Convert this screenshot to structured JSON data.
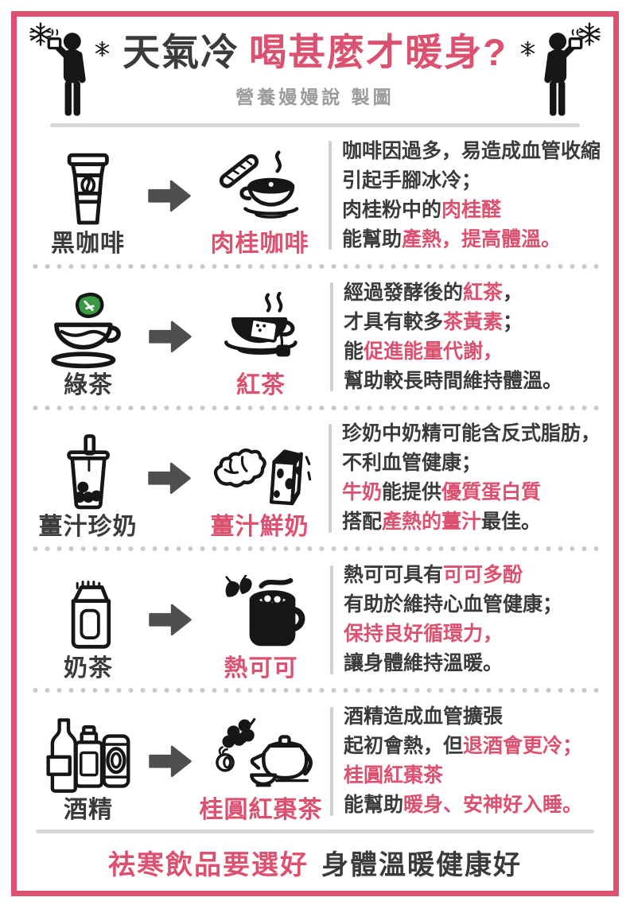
{
  "colors": {
    "accent_pink": "#dc5170",
    "dark_text": "#3b3b3b",
    "subtitle_gray": "#9b9b9b",
    "divider_gray": "#d6d6d6",
    "leaf_green": "#3a9a44",
    "arrow_gray": "#4f4f4f"
  },
  "header": {
    "title_prefix": "天氣冷",
    "title_highlight": "喝甚麼才暖身?",
    "credit": "營養嫚嫚說 製圖",
    "left_figure_icon": "freezing-person-drinking",
    "right_figure_icon": "freezing-person-drinking",
    "snowflake_icon": "snowflake"
  },
  "rows": [
    {
      "bad": {
        "label": "黑咖啡",
        "icon": "takeaway-coffee-cup"
      },
      "good": {
        "label": "肉桂咖啡",
        "icon": "cinnamon-coffee"
      },
      "description": [
        [
          {
            "text": "咖啡因過多，易造成血管收縮",
            "color": "dark"
          }
        ],
        [
          {
            "text": "引起手腳冰冷；",
            "color": "dark"
          }
        ],
        [
          {
            "text": "肉桂粉中的",
            "color": "dark"
          },
          {
            "text": "肉桂醛",
            "color": "pink"
          }
        ],
        [
          {
            "text": "能幫助",
            "color": "dark"
          },
          {
            "text": "產熱，提高體溫。",
            "color": "pink"
          }
        ]
      ]
    },
    {
      "bad": {
        "label": "綠茶",
        "icon": "green-tea-cup"
      },
      "good": {
        "label": "紅茶",
        "icon": "black-tea-cup"
      },
      "description": [
        [
          {
            "text": "經過發酵後的",
            "color": "dark"
          },
          {
            "text": "紅茶",
            "color": "pink"
          },
          {
            "text": "，",
            "color": "dark"
          }
        ],
        [
          {
            "text": "才具有較多",
            "color": "dark"
          },
          {
            "text": "茶黃素",
            "color": "pink"
          },
          {
            "text": "；",
            "color": "dark"
          }
        ],
        [
          {
            "text": "能",
            "color": "dark"
          },
          {
            "text": "促進能量代謝，",
            "color": "pink"
          }
        ],
        [
          {
            "text": "幫助較長時間維持體溫。",
            "color": "dark"
          }
        ]
      ]
    },
    {
      "bad": {
        "label": "薑汁珍奶",
        "icon": "bubble-tea-cup"
      },
      "good": {
        "label": "薑汁鮮奶",
        "icon": "ginger-and-milk-carton"
      },
      "description": [
        [
          {
            "text": "珍奶中奶精可能含反式脂肪，",
            "color": "dark"
          }
        ],
        [
          {
            "text": "不利血管健康；",
            "color": "dark"
          }
        ],
        [
          {
            "text": "牛奶",
            "color": "pink"
          },
          {
            "text": "能提供",
            "color": "dark"
          },
          {
            "text": "優質蛋白質",
            "color": "pink"
          }
        ],
        [
          {
            "text": "搭配",
            "color": "dark"
          },
          {
            "text": "產熱的薑汁",
            "color": "pink"
          },
          {
            "text": "最佳。",
            "color": "dark"
          }
        ]
      ]
    },
    {
      "bad": {
        "label": "奶茶",
        "icon": "milk-carton"
      },
      "good": {
        "label": "熱可可",
        "icon": "hot-cocoa-mug"
      },
      "description": [
        [
          {
            "text": "熱可可具有",
            "color": "dark"
          },
          {
            "text": "可可多酚",
            "color": "pink"
          }
        ],
        [
          {
            "text": "有助於維持心血管健康；",
            "color": "dark"
          }
        ],
        [
          {
            "text": "保持良好循環力，",
            "color": "pink"
          }
        ],
        [
          {
            "text": "讓身體維持溫暖。",
            "color": "dark"
          }
        ]
      ]
    },
    {
      "bad": {
        "label": "酒精",
        "icon": "alcohol-bottles"
      },
      "good": {
        "label": "桂圓紅棗茶",
        "icon": "longan-jujube-tea"
      },
      "description": [
        [
          {
            "text": "酒精造成血管擴張",
            "color": "dark"
          }
        ],
        [
          {
            "text": "起初會熱，但",
            "color": "dark"
          },
          {
            "text": "退酒會更冷；",
            "color": "pink"
          }
        ],
        [
          {
            "text": "桂圓紅棗茶",
            "color": "pink"
          }
        ],
        [
          {
            "text": "能幫助",
            "color": "dark"
          },
          {
            "text": "暖身、安神好入睡。",
            "color": "pink"
          }
        ]
      ]
    }
  ],
  "footer": {
    "highlight_text": "祛寒飲品要選好",
    "plain_text": "身體溫暖健康好"
  }
}
